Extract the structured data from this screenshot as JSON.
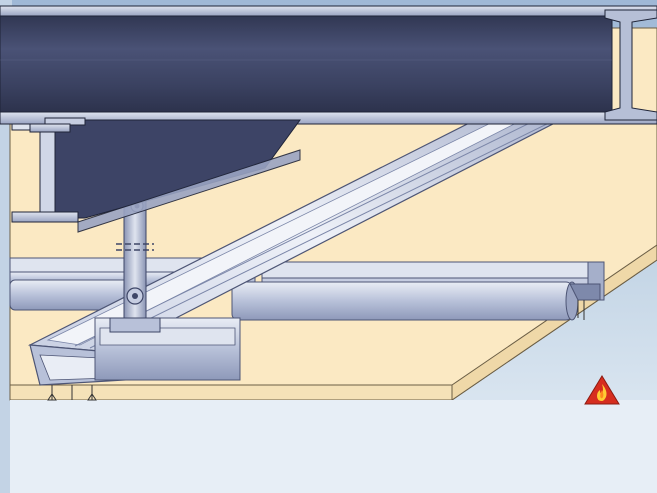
{
  "scene": {
    "colors": {
      "background_top": "#9fb8d6",
      "background_bottom": "#e6eef6",
      "ceiling_board": "#fbe9c3",
      "beam_dark": "#363d5a",
      "beam_light": "#5a6386",
      "channel_light": "#dbe1ee",
      "channel_mid": "#a9b4cf",
      "channel_dark": "#7b86a8",
      "fire_icon_bg": "#d62d1f",
      "fire_icon_flame": "#ffcc33"
    },
    "icons": [
      "steel-i-beam",
      "hanger-clip",
      "suspension-rod",
      "primary-channel",
      "secondary-channel",
      "ceiling-board",
      "fire-warning-icon"
    ]
  }
}
